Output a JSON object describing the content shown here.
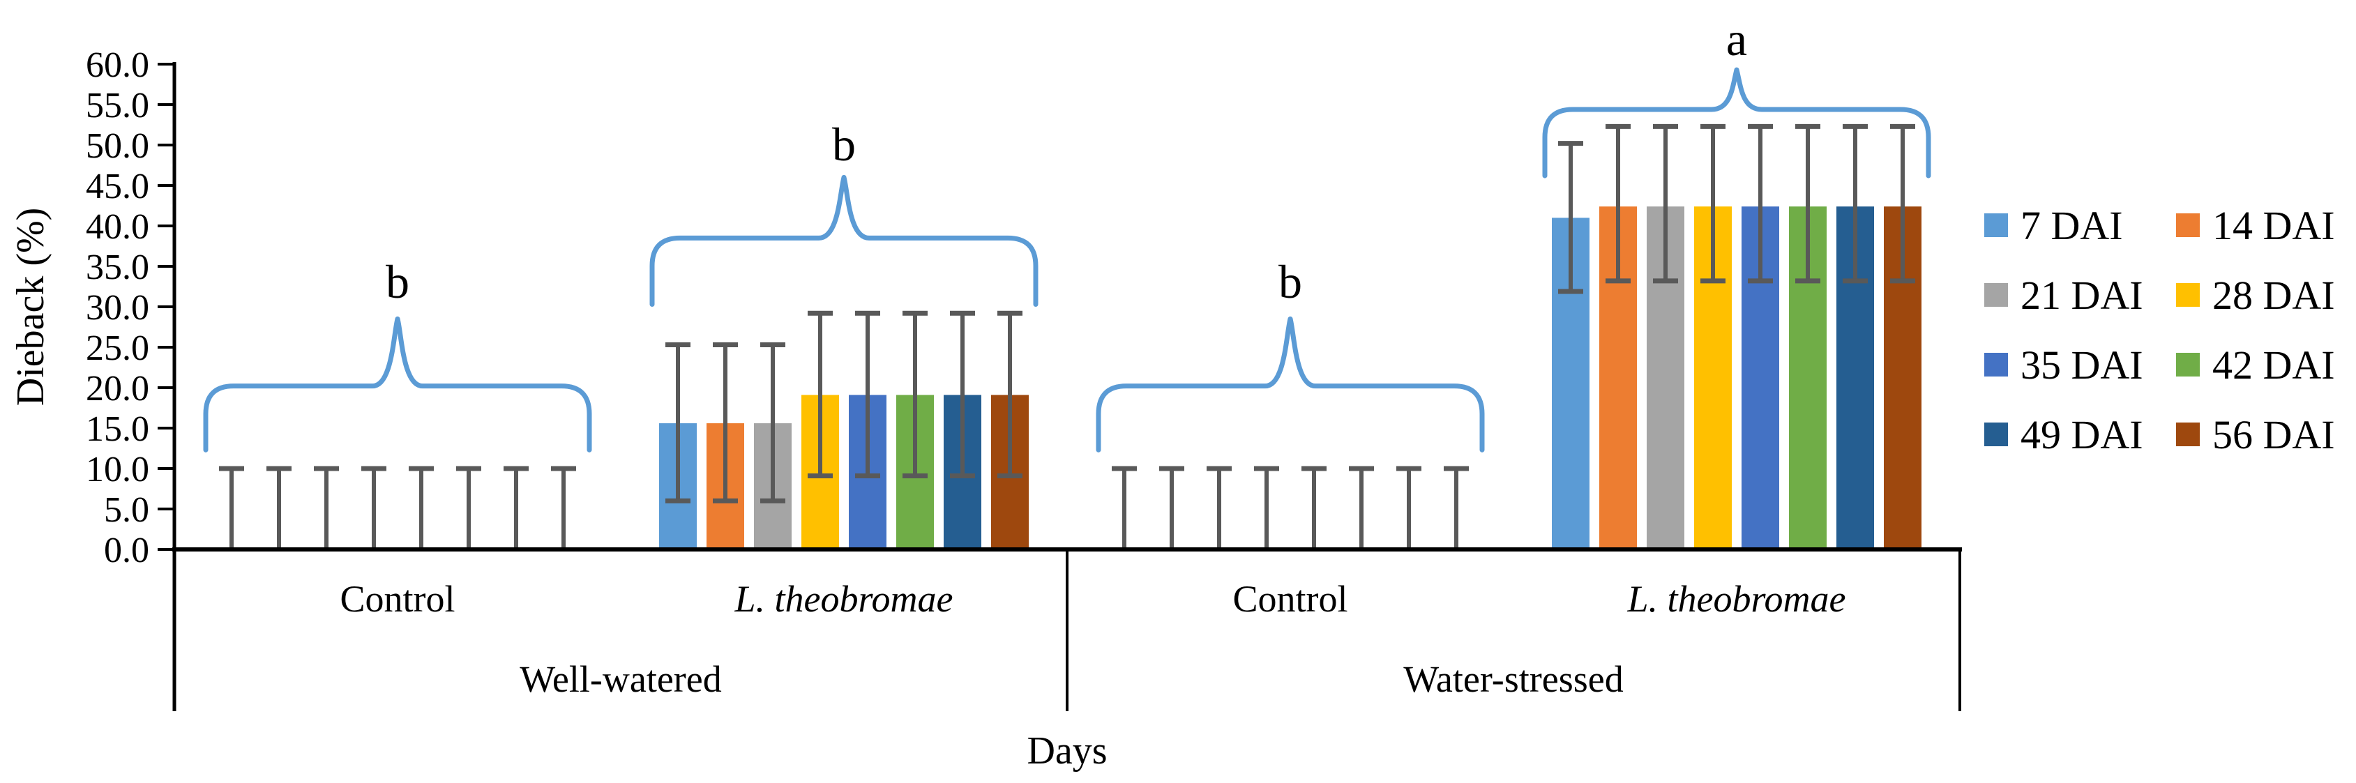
{
  "figure": {
    "background": "#FFFFFF"
  },
  "chart_data": {
    "type": "bar",
    "title": "",
    "ylabel": "Dieback (%)",
    "xlabel": "Days",
    "ylim": [
      0,
      60
    ],
    "ytick_step": 5,
    "ytick_labels": [
      "0.0",
      "5.0",
      "10.0",
      "15.0",
      "20.0",
      "25.0",
      "30.0",
      "35.0",
      "40.0",
      "45.0",
      "50.0",
      "55.0",
      "60.0"
    ],
    "grid": "off",
    "legend_position": "right",
    "series": [
      {
        "name": "7 DAI",
        "color": "#5B9BD5"
      },
      {
        "name": "14 DAI",
        "color": "#ED7D31"
      },
      {
        "name": "21 DAI",
        "color": "#A5A5A5"
      },
      {
        "name": "28 DAI",
        "color": "#FFC000"
      },
      {
        "name": "35 DAI",
        "color": "#4472C4"
      },
      {
        "name": "42 DAI",
        "color": "#70AD47"
      },
      {
        "name": "49 DAI",
        "color": "#255E91"
      },
      {
        "name": "56 DAI",
        "color": "#9E480E"
      }
    ],
    "groups": [
      {
        "treatment": "Well-watered",
        "inoculation": "Control",
        "italic": false,
        "values": [
          0,
          0,
          0,
          0,
          0,
          0,
          0,
          0
        ],
        "err_lo": [
          0,
          0,
          0,
          0,
          0,
          0,
          0,
          0
        ],
        "err_hi": [
          10,
          10,
          10,
          10,
          10,
          10,
          10,
          10
        ]
      },
      {
        "treatment": "Well-watered",
        "inoculation": "L. theobromae",
        "italic": true,
        "values": [
          15.6,
          15.6,
          15.6,
          19.1,
          19.1,
          19.1,
          19.1,
          19.1
        ],
        "err_lo": [
          6.0,
          6.0,
          6.0,
          9.1,
          9.1,
          9.1,
          9.1,
          9.1
        ],
        "err_hi": [
          25.3,
          25.3,
          25.3,
          29.2,
          29.2,
          29.2,
          29.2,
          29.2
        ]
      },
      {
        "treatment": "Water-stressed",
        "inoculation": "Control",
        "italic": false,
        "values": [
          0,
          0,
          0,
          0,
          0,
          0,
          0,
          0
        ],
        "err_lo": [
          0,
          0,
          0,
          0,
          0,
          0,
          0,
          0
        ],
        "err_hi": [
          10,
          10,
          10,
          10,
          10,
          10,
          10,
          10
        ]
      },
      {
        "treatment": "Water-stressed",
        "inoculation": "L. theobromae",
        "italic": true,
        "values": [
          41.0,
          42.4,
          42.4,
          42.4,
          42.4,
          42.4,
          42.4,
          42.4
        ],
        "err_lo": [
          31.9,
          33.2,
          33.2,
          33.2,
          33.2,
          33.2,
          33.2,
          33.2
        ],
        "err_hi": [
          50.2,
          52.3,
          52.3,
          52.3,
          52.3,
          52.3,
          52.3,
          52.3
        ]
      }
    ],
    "treatment_labels": [
      {
        "label": "Well-watered",
        "groups": [
          0,
          1
        ]
      },
      {
        "label": "Water-stressed",
        "groups": [
          2,
          3
        ]
      }
    ],
    "significance_braces": [
      {
        "label": "b",
        "group": 0,
        "line_y": 20.2,
        "end_y": 12.3,
        "peak_y": 28.5,
        "label_y": 33.0
      },
      {
        "label": "b",
        "group": 1,
        "line_y": 38.5,
        "end_y": 30.3,
        "peak_y": 46.0,
        "label_y": 50.0
      },
      {
        "label": "b",
        "group": 2,
        "line_y": 20.2,
        "end_y": 12.3,
        "peak_y": 28.5,
        "label_y": 33.0
      },
      {
        "label": "a",
        "group": 3,
        "line_y": 54.4,
        "end_y": 46.2,
        "peak_y": 59.3,
        "label_y": 63.0
      }
    ],
    "legend": {
      "columns": 2,
      "entries": [
        "7 DAI",
        "14 DAI",
        "21 DAI",
        "28 DAI",
        "35 DAI",
        "42 DAI",
        "49 DAI",
        "56 DAI"
      ]
    },
    "colors": {
      "error_bar": "#595959",
      "brace": "#5B9BD5",
      "axis": "#000000",
      "text": "#000000"
    }
  }
}
